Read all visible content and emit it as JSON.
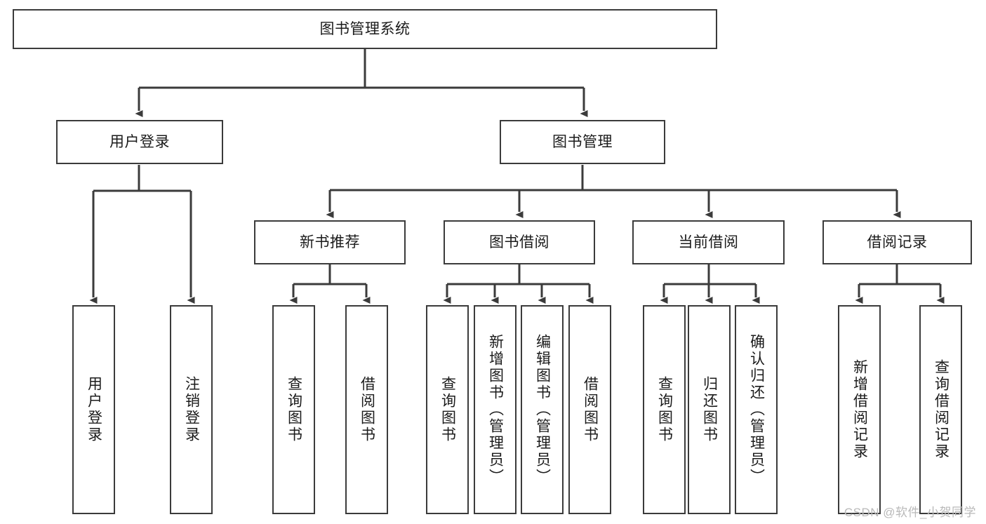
{
  "diagram": {
    "type": "tree-hierarchy",
    "orientation": "top-down",
    "root": {
      "id": "root",
      "label": "图书管理系统"
    },
    "level1": [
      {
        "id": "user-login",
        "label": "用户登录"
      },
      {
        "id": "book-manage",
        "label": "图书管理"
      }
    ],
    "level2": [
      {
        "id": "new-book-recommend",
        "label": "新书推荐",
        "parent": "book-manage"
      },
      {
        "id": "book-borrow",
        "label": "图书借阅",
        "parent": "book-manage"
      },
      {
        "id": "current-borrow",
        "label": "当前借阅",
        "parent": "book-manage"
      },
      {
        "id": "borrow-record",
        "label": "借阅记录",
        "parent": "book-manage"
      }
    ],
    "leaves": [
      {
        "id": "leaf-user-login",
        "label": "用户登录",
        "parent": "user-login"
      },
      {
        "id": "leaf-user-logout",
        "label": "注销登录",
        "parent": "user-login"
      },
      {
        "id": "leaf-query-book-1",
        "label": "查询图书",
        "parent": "new-book-recommend"
      },
      {
        "id": "leaf-borrow-book-1",
        "label": "借阅图书",
        "parent": "new-book-recommend"
      },
      {
        "id": "leaf-query-book-2",
        "label": "查询图书",
        "parent": "book-borrow"
      },
      {
        "id": "leaf-add-book",
        "label": "新增图书（管理员）",
        "parent": "book-borrow"
      },
      {
        "id": "leaf-edit-book",
        "label": "编辑图书（管理员）",
        "parent": "book-borrow"
      },
      {
        "id": "leaf-borrow-book-2",
        "label": "借阅图书",
        "parent": "book-borrow"
      },
      {
        "id": "leaf-query-book-3",
        "label": "查询图书",
        "parent": "current-borrow"
      },
      {
        "id": "leaf-return-book",
        "label": "归还图书",
        "parent": "current-borrow"
      },
      {
        "id": "leaf-confirm-return",
        "label": "确认归还（管理员）",
        "parent": "current-borrow"
      },
      {
        "id": "leaf-add-record",
        "label": "新增借阅记录",
        "parent": "borrow-record"
      },
      {
        "id": "leaf-query-record",
        "label": "查询借阅记录",
        "parent": "borrow-record"
      }
    ],
    "colors": {
      "stroke": "#3b3b3b",
      "fill": "#ffffff",
      "text": "#1b1b1b",
      "watermark": "#b9b9b9"
    }
  },
  "watermark": {
    "text": "CSDN @软件_小贺同学"
  }
}
